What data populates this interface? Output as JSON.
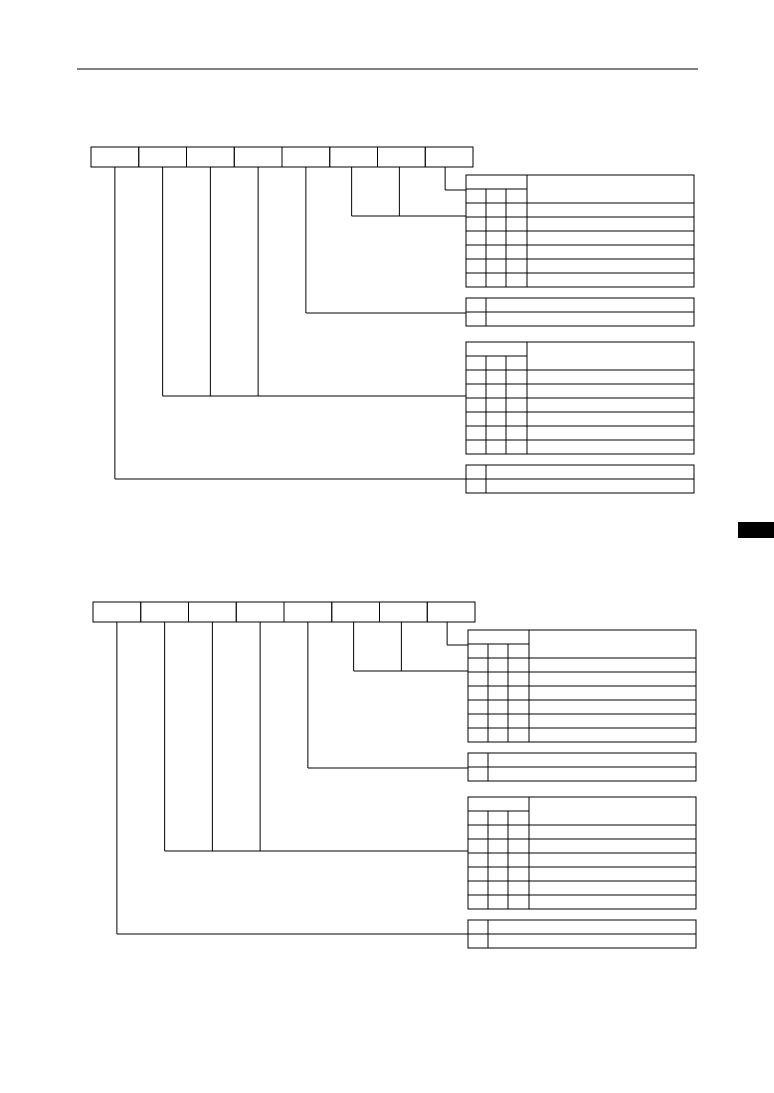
{
  "page": {
    "header_rule": true,
    "edge_tab_color": "#000000"
  },
  "diagrams": [
    {
      "id": "register-diagram-1",
      "bit_cells": [
        "",
        "",
        "",
        "",
        "",
        "",
        "",
        ""
      ],
      "tables": [
        {
          "id": "bit-field-table-a",
          "kind": "3col",
          "header": "",
          "subheaders": [
            "",
            "",
            ""
          ],
          "rows": 6
        },
        {
          "id": "bit-flag-table-b",
          "kind": "1col",
          "rows": 2
        },
        {
          "id": "bit-field-table-c",
          "kind": "3col",
          "header": "",
          "subheaders": [
            "",
            "",
            ""
          ],
          "rows": 6
        },
        {
          "id": "bit-flag-table-d",
          "kind": "1col",
          "rows": 2
        }
      ]
    },
    {
      "id": "register-diagram-2",
      "bit_cells": [
        "",
        "",
        "",
        "",
        "",
        "",
        "",
        ""
      ],
      "tables": [
        {
          "id": "bit-field-table-a",
          "kind": "3col",
          "header": "",
          "subheaders": [
            "",
            "",
            ""
          ],
          "rows": 6
        },
        {
          "id": "bit-flag-table-b",
          "kind": "1col",
          "rows": 2
        },
        {
          "id": "bit-field-table-c",
          "kind": "3col",
          "header": "",
          "subheaders": [
            "",
            "",
            ""
          ],
          "rows": 6
        },
        {
          "id": "bit-flag-table-d",
          "kind": "1col",
          "rows": 2
        }
      ]
    }
  ]
}
